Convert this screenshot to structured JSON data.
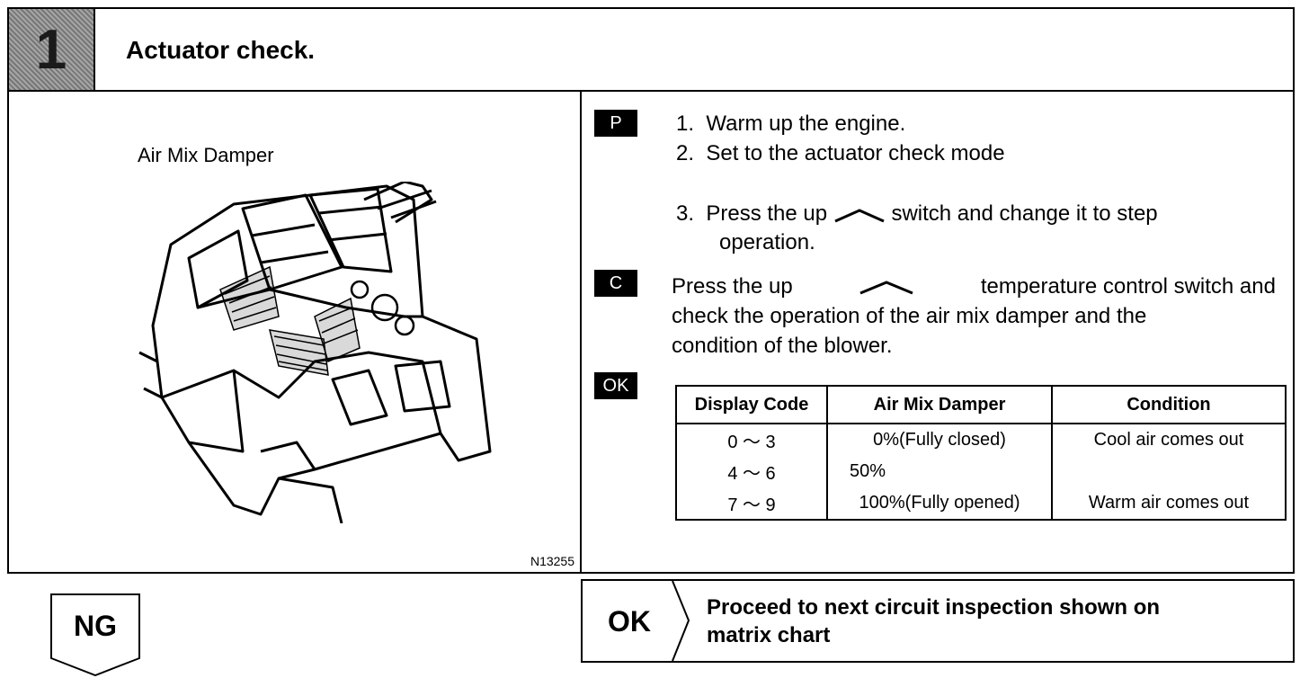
{
  "header": {
    "step_number": "1",
    "title": "Actuator check."
  },
  "illustration": {
    "caption": "Air Mix Damper",
    "figure_code": "N13255"
  },
  "badges": {
    "p": "P",
    "c": "C",
    "ok": "OK"
  },
  "steps_p": [
    {
      "num": "1.",
      "text": "Warm up the engine."
    },
    {
      "num": "2.",
      "text": "Set to the actuator check mode"
    },
    {
      "num": "3.",
      "text_before": "Press the up",
      "text_after": "switch and change it to step",
      "text_cont": "operation."
    }
  ],
  "step_c": {
    "line1_before": "Press the up",
    "line1_after": "temperature control switch and",
    "line2": "check the operation of the air mix damper and the",
    "line3": "condition of the blower."
  },
  "table": {
    "headers": [
      "Display Code",
      "Air Mix Damper",
      "Condition"
    ],
    "rows": [
      [
        "0 ～ 3",
        "0%(Fully closed)",
        "Cool air comes out"
      ],
      [
        "4 ～ 6",
        "50%",
        ""
      ],
      [
        "7 ～ 9",
        "100%(Fully opened)",
        "Warm air comes out"
      ]
    ]
  },
  "ng_label": "NG",
  "ok_result": {
    "label": "OK",
    "line1": "Proceed to next circuit inspection shown on",
    "line2": "matrix chart"
  }
}
